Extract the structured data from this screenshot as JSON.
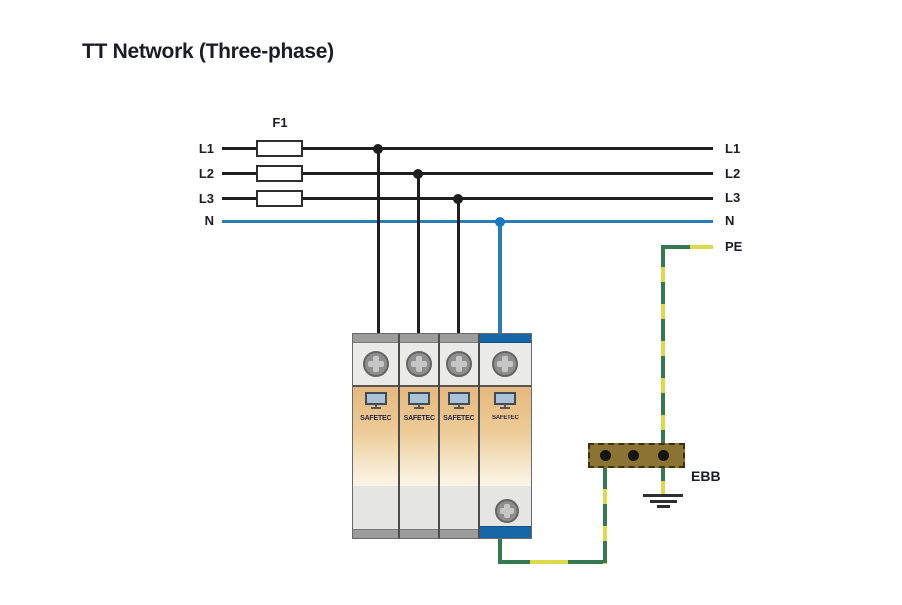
{
  "title": "TT Network (Three-phase)",
  "fuse": {
    "label": "F1"
  },
  "lines": {
    "left_labels": [
      "L1",
      "L2",
      "L3",
      "N"
    ],
    "right_labels": [
      "L1",
      "L2",
      "L3",
      "N",
      "PE"
    ]
  },
  "spd": {
    "modules": [
      {
        "label": "SAFETEC"
      },
      {
        "label": "SAFETEC"
      },
      {
        "label": "SAFETEC"
      },
      {
        "label": "SAFETEC"
      }
    ]
  },
  "ebb": {
    "label": "EBB"
  },
  "icons": {
    "screw_terminal": "circle-with-cross",
    "status_window": "small-rect-window",
    "earth_ground": "three-bar-ground",
    "junction": "filled-dot"
  },
  "colors": {
    "phase_line": "#1f1f1f",
    "neutral_line": "#2b7cb5",
    "pe_green": "#36784f",
    "pe_yellow": "#dcd94d",
    "spd_accent_blue": "#1667a8",
    "spd_rail_gray": "#9c9c9c",
    "spd_body_tan": "#e8bc80",
    "ebb_bar_brown": "#8b7334"
  }
}
